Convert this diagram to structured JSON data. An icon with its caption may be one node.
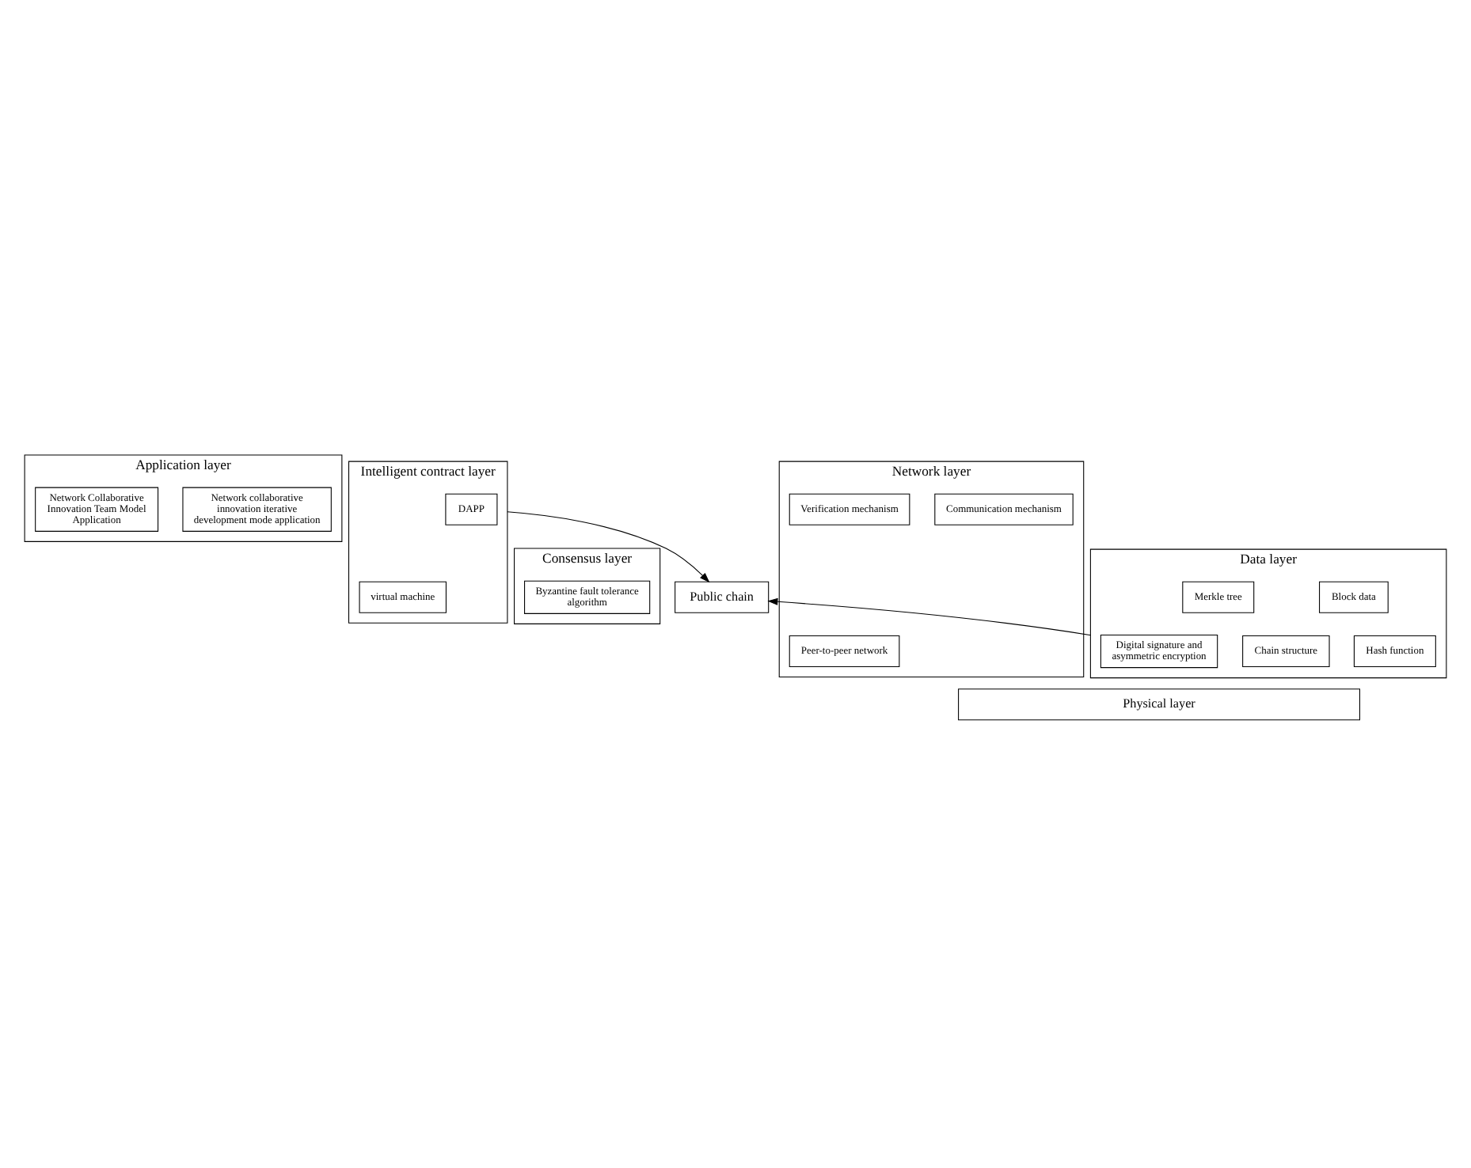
{
  "diagram": {
    "nodes": [
      {
        "text": [
          "Application layer"
        ]
      },
      {
        "text": [
          "Network collaborative innovation iterative development mode application"
        ],
        "in": 0
      },
      {
        "text": [
          "Network Collaborative Innovation Team Model Application"
        ],
        "in": 0
      },
      {
        "text": [
          "Intelligent contract layer"
        ]
      },
      {
        "text": [
          "virtual machine"
        ],
        "in": 3
      },
      {
        "text": [
          "DAPP"
        ],
        "in": 3
      },
      {
        "text": [
          "Consensus layer"
        ]
      },
      {
        "text": [
          "Byzantine fault tolerance algorithm"
        ],
        "in": 6
      },
      {
        "text": [
          "Network layer"
        ]
      },
      {
        "text": [
          "Peer-to-peer network"
        ],
        "in": 8
      },
      {
        "text": [
          "Communication mechanism"
        ],
        "in": 8
      },
      {
        "text": [
          "Verification mechanism"
        ],
        "in": 8
      },
      {
        "text": [
          "Data layer"
        ]
      },
      {
        "text": [
          "Block data"
        ],
        "in": 12
      },
      {
        "text": [
          "Merkle tree"
        ],
        "in": 12
      },
      {
        "text": [
          "Hash function"
        ],
        "in": 12
      },
      {
        "text": [
          "Chain structure"
        ],
        "in": 12
      },
      {
        "text": [
          "Digital signature and asymmetric encryption"
        ],
        "in": 12
      },
      {
        "text": [
          "Physical layer"
        ]
      },
      {
        "text": [
          "Public chain"
        ]
      }
    ],
    "edges": [
      {
        "from": 3,
        "to": 19,
        "arrow": "to"
      },
      {
        "from": 12,
        "to": 19,
        "arrow": "to"
      }
    ]
  }
}
